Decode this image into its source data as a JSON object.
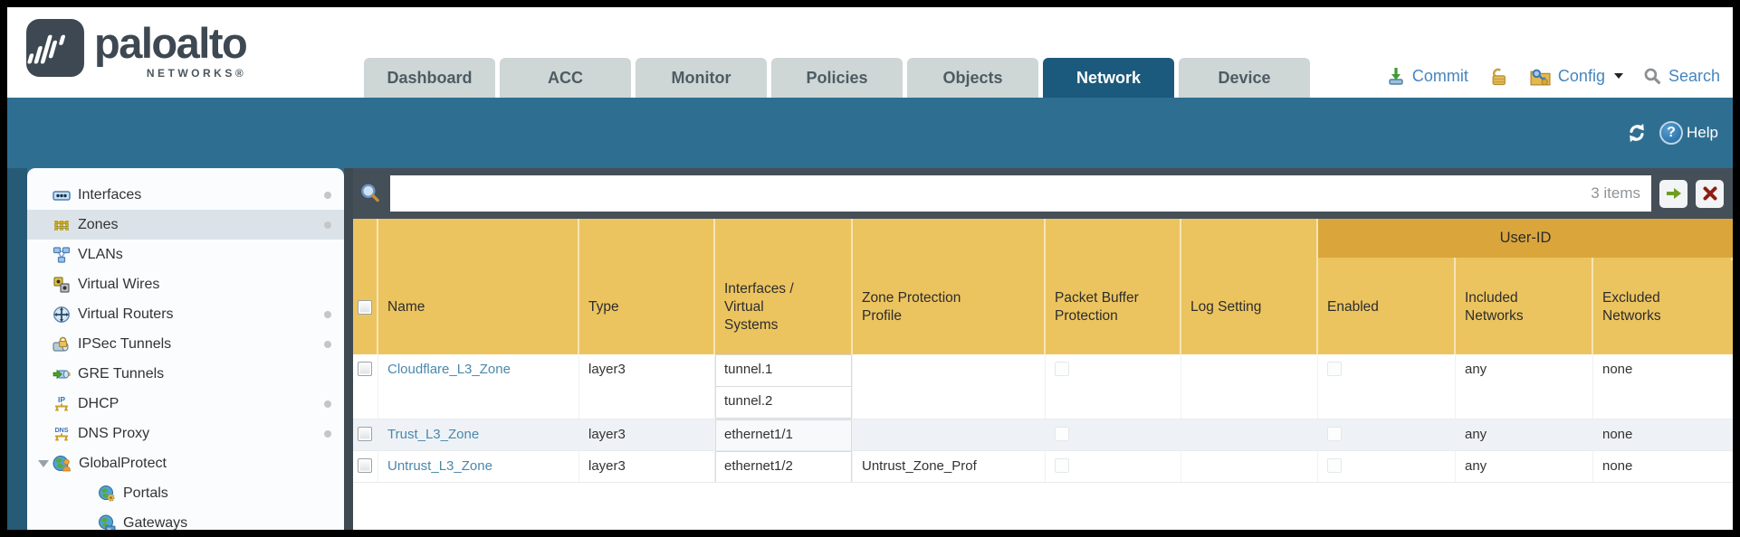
{
  "logo": {
    "brand": "paloalto",
    "sub": "NETWORKS®"
  },
  "header": {
    "tabs": [
      {
        "label": "Dashboard",
        "active": false
      },
      {
        "label": "ACC",
        "active": false
      },
      {
        "label": "Monitor",
        "active": false
      },
      {
        "label": "Policies",
        "active": false
      },
      {
        "label": "Objects",
        "active": false
      },
      {
        "label": "Network",
        "active": true
      },
      {
        "label": "Device",
        "active": false
      }
    ],
    "actions": {
      "commit": "Commit",
      "config": "Config",
      "search": "Search"
    },
    "icons": [
      "commit-icon",
      "unlock-icon",
      "config-keys-icon",
      "caret-down-icon",
      "search-icon"
    ]
  },
  "toolbar": {
    "help": "Help",
    "icons": [
      "refresh-icon",
      "help-icon"
    ]
  },
  "sidebar": {
    "items": [
      {
        "label": "Interfaces",
        "icon": "interfaces-icon",
        "dot": true,
        "selected": false
      },
      {
        "label": "Zones",
        "icon": "zones-icon",
        "dot": true,
        "selected": true
      },
      {
        "label": "VLANs",
        "icon": "vlans-icon",
        "dot": false,
        "selected": false
      },
      {
        "label": "Virtual Wires",
        "icon": "virtual-wires-icon",
        "dot": false,
        "selected": false
      },
      {
        "label": "Virtual Routers",
        "icon": "virtual-routers-icon",
        "dot": true,
        "selected": false
      },
      {
        "label": "IPSec Tunnels",
        "icon": "ipsec-tunnels-icon",
        "dot": true,
        "selected": false
      },
      {
        "label": "GRE Tunnels",
        "icon": "gre-tunnels-icon",
        "dot": false,
        "selected": false
      },
      {
        "label": "DHCP",
        "icon": "dhcp-icon",
        "dot": true,
        "selected": false
      },
      {
        "label": "DNS Proxy",
        "icon": "dns-proxy-icon",
        "dot": true,
        "selected": false
      },
      {
        "label": "GlobalProtect",
        "icon": "globalprotect-icon",
        "dot": false,
        "selected": false,
        "expanded": true
      },
      {
        "label": "Portals",
        "icon": "portals-icon",
        "dot": false,
        "selected": false,
        "child": true
      },
      {
        "label": "Gateways",
        "icon": "gateways-icon",
        "dot": false,
        "selected": false,
        "child": true
      }
    ]
  },
  "filterbar": {
    "value": "",
    "count": "3 items",
    "icons": [
      "filter-search-icon",
      "apply-filter-arrow-icon",
      "clear-filter-x-icon"
    ]
  },
  "table": {
    "group_header": "User-ID",
    "columns": [
      "Name",
      "Type",
      "Interfaces / Virtual Systems",
      "Zone Protection Profile",
      "Packet Buffer Protection",
      "Log Setting",
      "Enabled",
      "Included Networks",
      "Excluded Networks"
    ],
    "rows": [
      {
        "name": "Cloudflare_L3_Zone",
        "type": "layer3",
        "interfaces": [
          "tunnel.1",
          "tunnel.2"
        ],
        "zone_protection_profile": "",
        "packet_buffer_protection": false,
        "log_setting": "",
        "user_id_enabled": false,
        "included_networks": "any",
        "excluded_networks": "none"
      },
      {
        "name": "Trust_L3_Zone",
        "type": "layer3",
        "interfaces": [
          "ethernet1/1"
        ],
        "zone_protection_profile": "",
        "packet_buffer_protection": false,
        "log_setting": "",
        "user_id_enabled": false,
        "included_networks": "any",
        "excluded_networks": "none"
      },
      {
        "name": "Untrust_L3_Zone",
        "type": "layer3",
        "interfaces": [
          "ethernet1/2"
        ],
        "zone_protection_profile": "Untrust_Zone_Prof",
        "packet_buffer_protection": false,
        "log_setting": "",
        "user_id_enabled": false,
        "included_networks": "any",
        "excluded_networks": "none"
      }
    ]
  },
  "colors": {
    "teal_band": "#2e6f91",
    "active_tab": "#1b5a7c",
    "inactive_tab": "#ced6d6",
    "slate_bar": "#454f58",
    "gold_header": "#ecc45f",
    "gold_dark": "#daa63c",
    "link_blue": "#4a88ac",
    "selected_row": "#dbe3e9",
    "tint_row": "#eef2f6",
    "util_blue": "#4585bf"
  }
}
